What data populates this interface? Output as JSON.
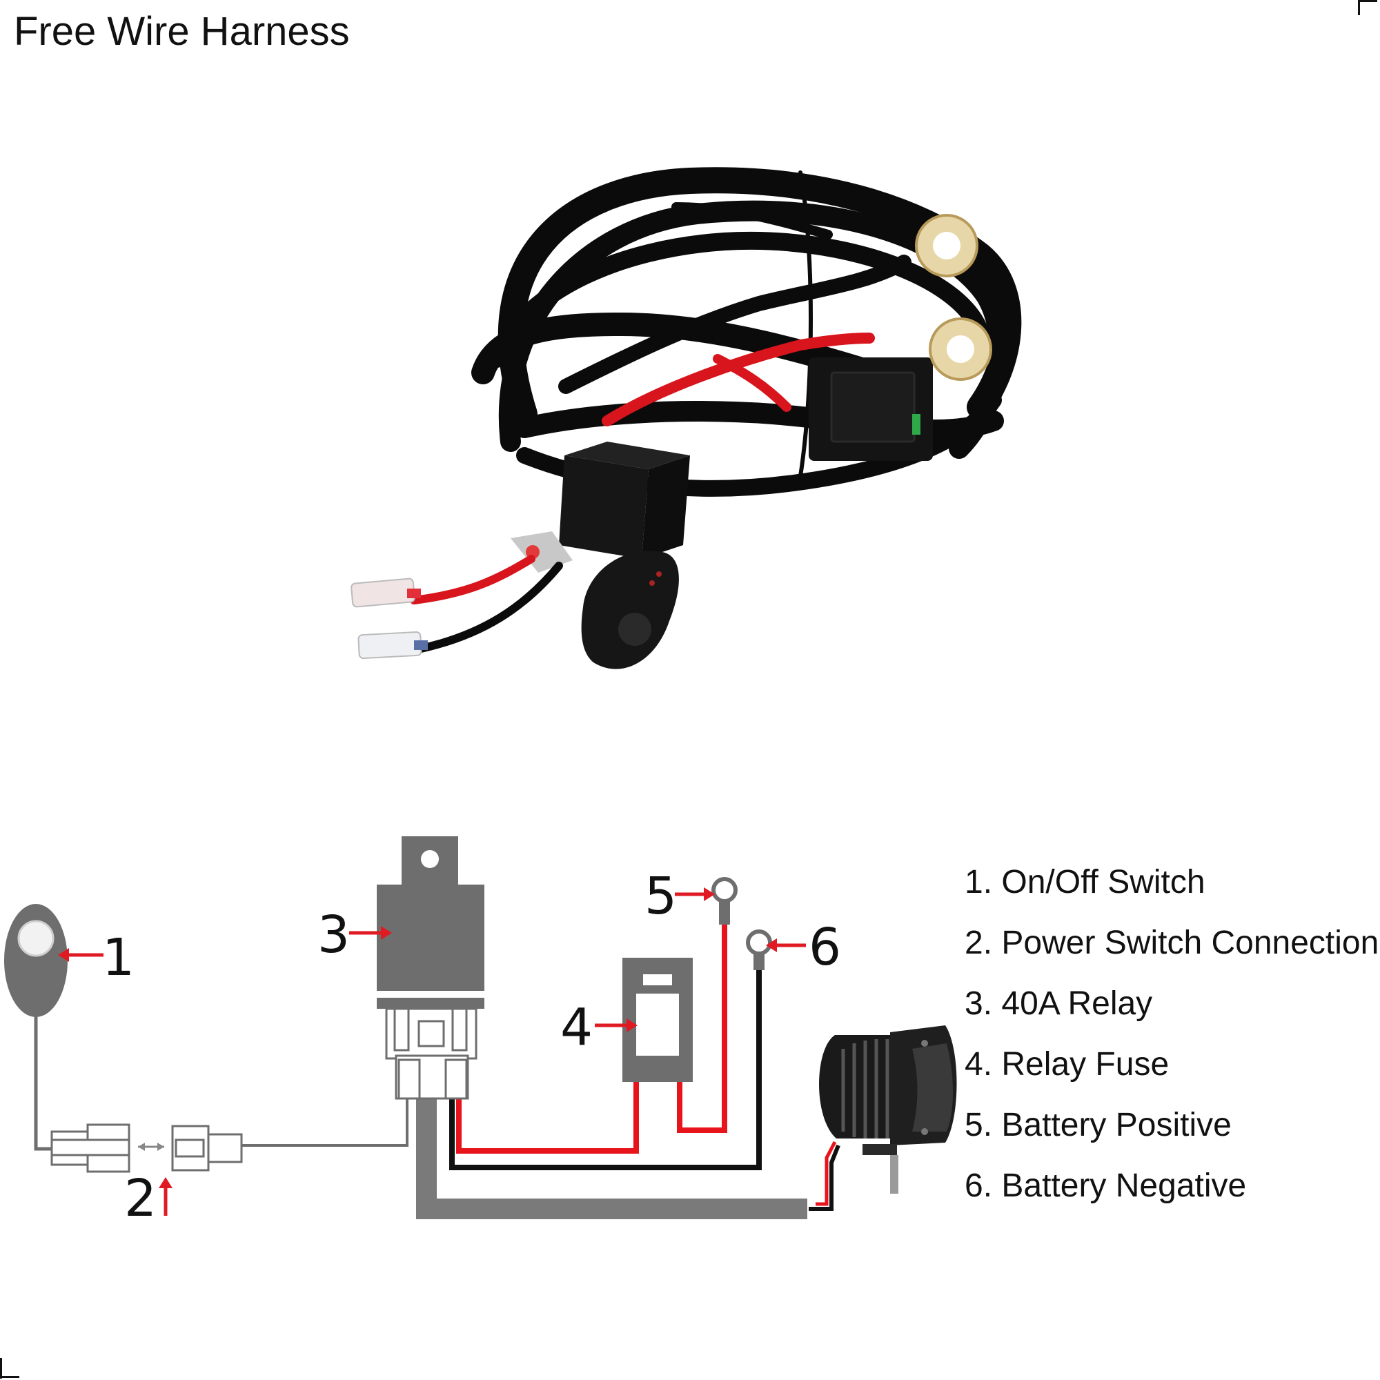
{
  "title": "Free Wire Harness",
  "photo": {
    "description_icons": [
      "wire-bundle",
      "relay",
      "fuse-holder",
      "ring-terminal",
      "switch"
    ]
  },
  "diagram": {
    "callouts": [
      "1",
      "2",
      "3",
      "4",
      "5",
      "6"
    ],
    "colors": {
      "positive_wire": "#e8141c",
      "negative_wire": "#111111",
      "component_gray": "#6e6e6e",
      "harness_gray": "#7a7a7a",
      "arrow_red": "#e01a22"
    }
  },
  "legend": [
    "1. On/Off Switch",
    "2. Power Switch Connection",
    "3. 40A Relay",
    "4. Relay Fuse",
    "5. Battery Positive",
    "6. Battery Negative"
  ]
}
